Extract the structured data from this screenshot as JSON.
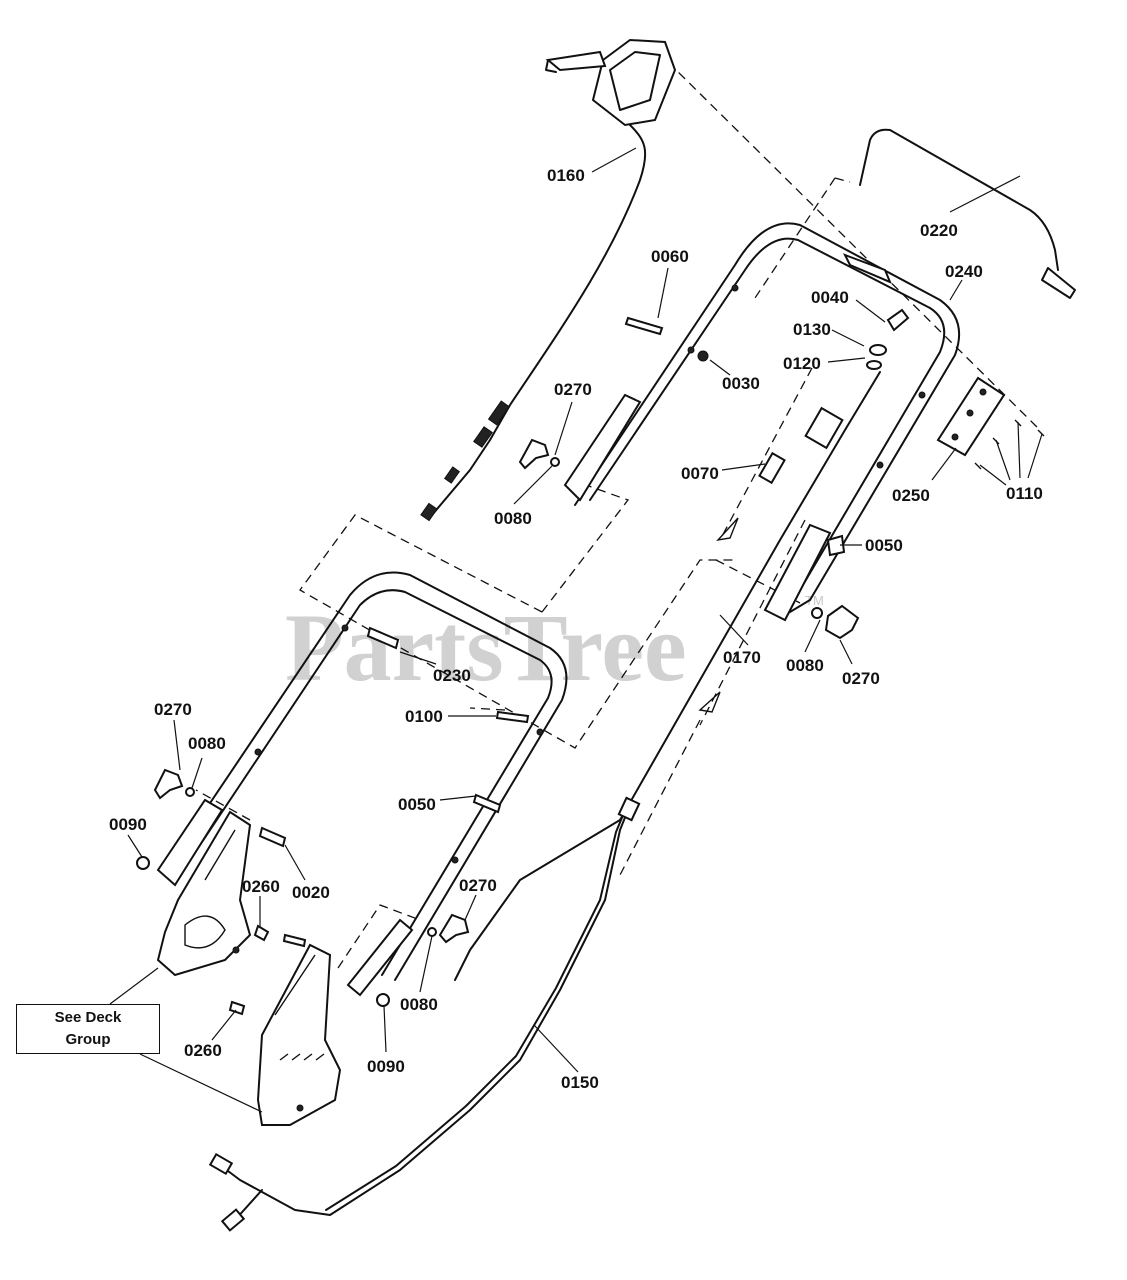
{
  "watermark": {
    "text": "PartsTree",
    "tm": "TM"
  },
  "callout_box": {
    "line1": "See Deck",
    "line2": "Group"
  },
  "labels": {
    "p0160": "0160",
    "p0220": "0220",
    "p0060": "0060",
    "p0240": "0240",
    "p0040": "0040",
    "p0130": "0130",
    "p0120": "0120",
    "p0030": "0030",
    "p0270_upper": "0270",
    "p0080_upper": "0080",
    "p0070": "0070",
    "p0250": "0250",
    "p0110": "0110",
    "p0050_right": "0050",
    "p0170": "0170",
    "p0080_right": "0080",
    "p0270_right": "0270",
    "p0230": "0230",
    "p0100": "0100",
    "p0270_left": "0270",
    "p0080_left": "0080",
    "p0090_left": "0090",
    "p0050_mid": "0050",
    "p0020": "0020",
    "p0260_upper": "0260",
    "p0270_lower": "0270",
    "p0080_lower": "0080",
    "p0090_lower": "0090",
    "p0260_lower": "0260",
    "p0150": "0150"
  }
}
